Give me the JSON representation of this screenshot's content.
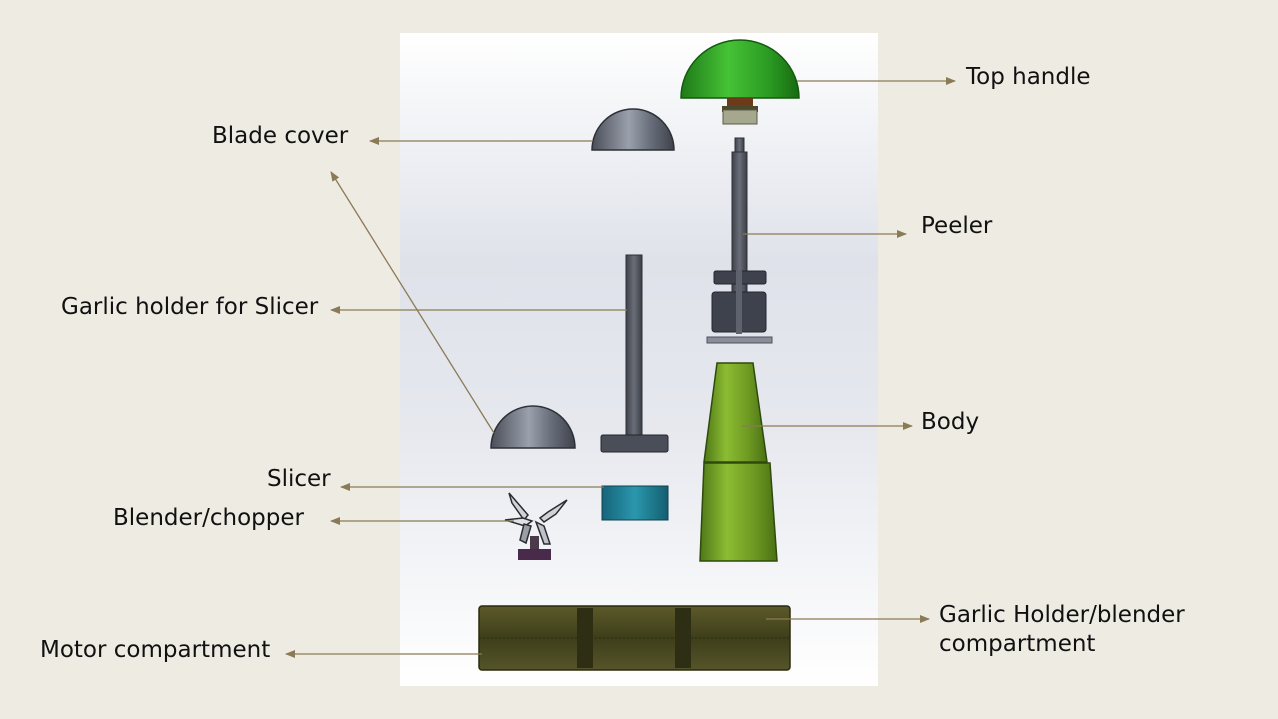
{
  "colors": {
    "background": "#eeebe3",
    "leader_line": "#8b7a56",
    "handle_green": "#2a9a22",
    "body_green": "#6e9a22",
    "part_gray": "#5a5e66",
    "slicer_teal": "#1f7f93",
    "base_olive": "#4a4a22"
  },
  "labels": {
    "top_handle": "Top handle",
    "blade_cover": "Blade cover",
    "peeler": "Peeler",
    "garlic_holder_slicer": "Garlic holder for Slicer",
    "body": "Body",
    "slicer": "Slicer",
    "blender_chopper": "Blender/chopper",
    "garlic_holder_blender": "Garlic Holder/blender\ncompartment",
    "motor_compartment": "Motor compartment"
  }
}
